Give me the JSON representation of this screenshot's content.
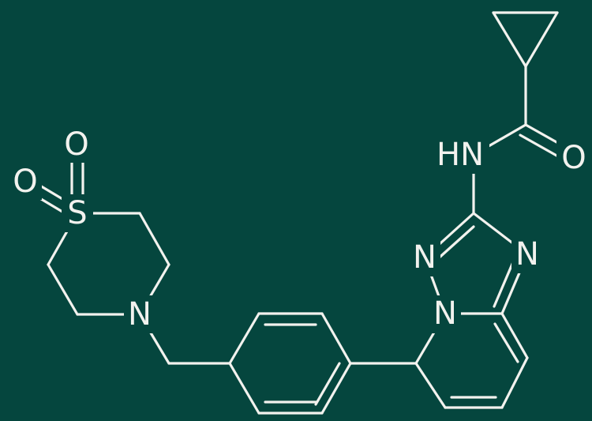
{
  "colors": {
    "background": "#05463e",
    "ink": "#f2f2ee"
  },
  "atoms": {
    "sulfone_o_top": "O",
    "sulfone_o_left": "O",
    "sulfur": "S",
    "thiomorpholine_n": "N",
    "amide_nh": "HN",
    "amide_o": "O",
    "triazole_n_left": "N",
    "triazole_n_right": "N",
    "bridgehead_n": "N"
  }
}
